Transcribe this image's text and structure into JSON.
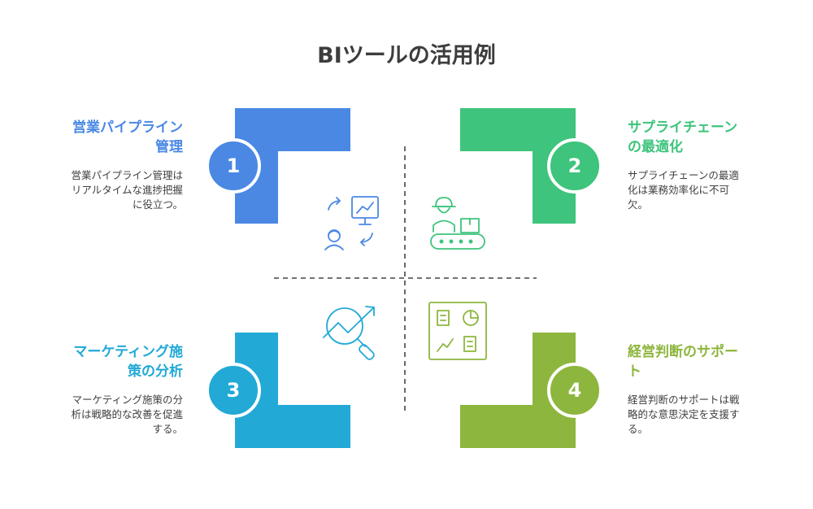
{
  "title": "BIツールの活用例",
  "colors": {
    "blue": "#4a88e4",
    "green": "#3ec47c",
    "cyan": "#22a9d6",
    "olive": "#8db63e"
  },
  "items": [
    {
      "number": "1",
      "heading_line1": "営業パイプライン",
      "heading_line2": "管理",
      "desc_line1": "営業パイプライン管理は",
      "desc_line2": "リアルタイムな進捗把握",
      "desc_line3": "に役立つ。",
      "icon": "sales-pipeline-icon"
    },
    {
      "number": "2",
      "heading_line1": "サプライチェーン",
      "heading_line2": "の最適化",
      "desc_line1": "サプライチェーンの最適",
      "desc_line2": "化は業務効率化に不可",
      "desc_line3": "欠。",
      "icon": "supply-chain-icon"
    },
    {
      "number": "3",
      "heading_line1": "マーケティング施",
      "heading_line2": "策の分析",
      "desc_line1": "マーケティング施策の分",
      "desc_line2": "析は戦略的な改善を促進",
      "desc_line3": "する。",
      "icon": "marketing-analysis-icon"
    },
    {
      "number": "4",
      "heading_line1": "経営判断のサポー",
      "heading_line2": "ト",
      "desc_line1": "経営判断のサポートは戦",
      "desc_line2": "略的な意思決定を支援す",
      "desc_line3": "る。",
      "icon": "dashboard-report-icon"
    }
  ]
}
